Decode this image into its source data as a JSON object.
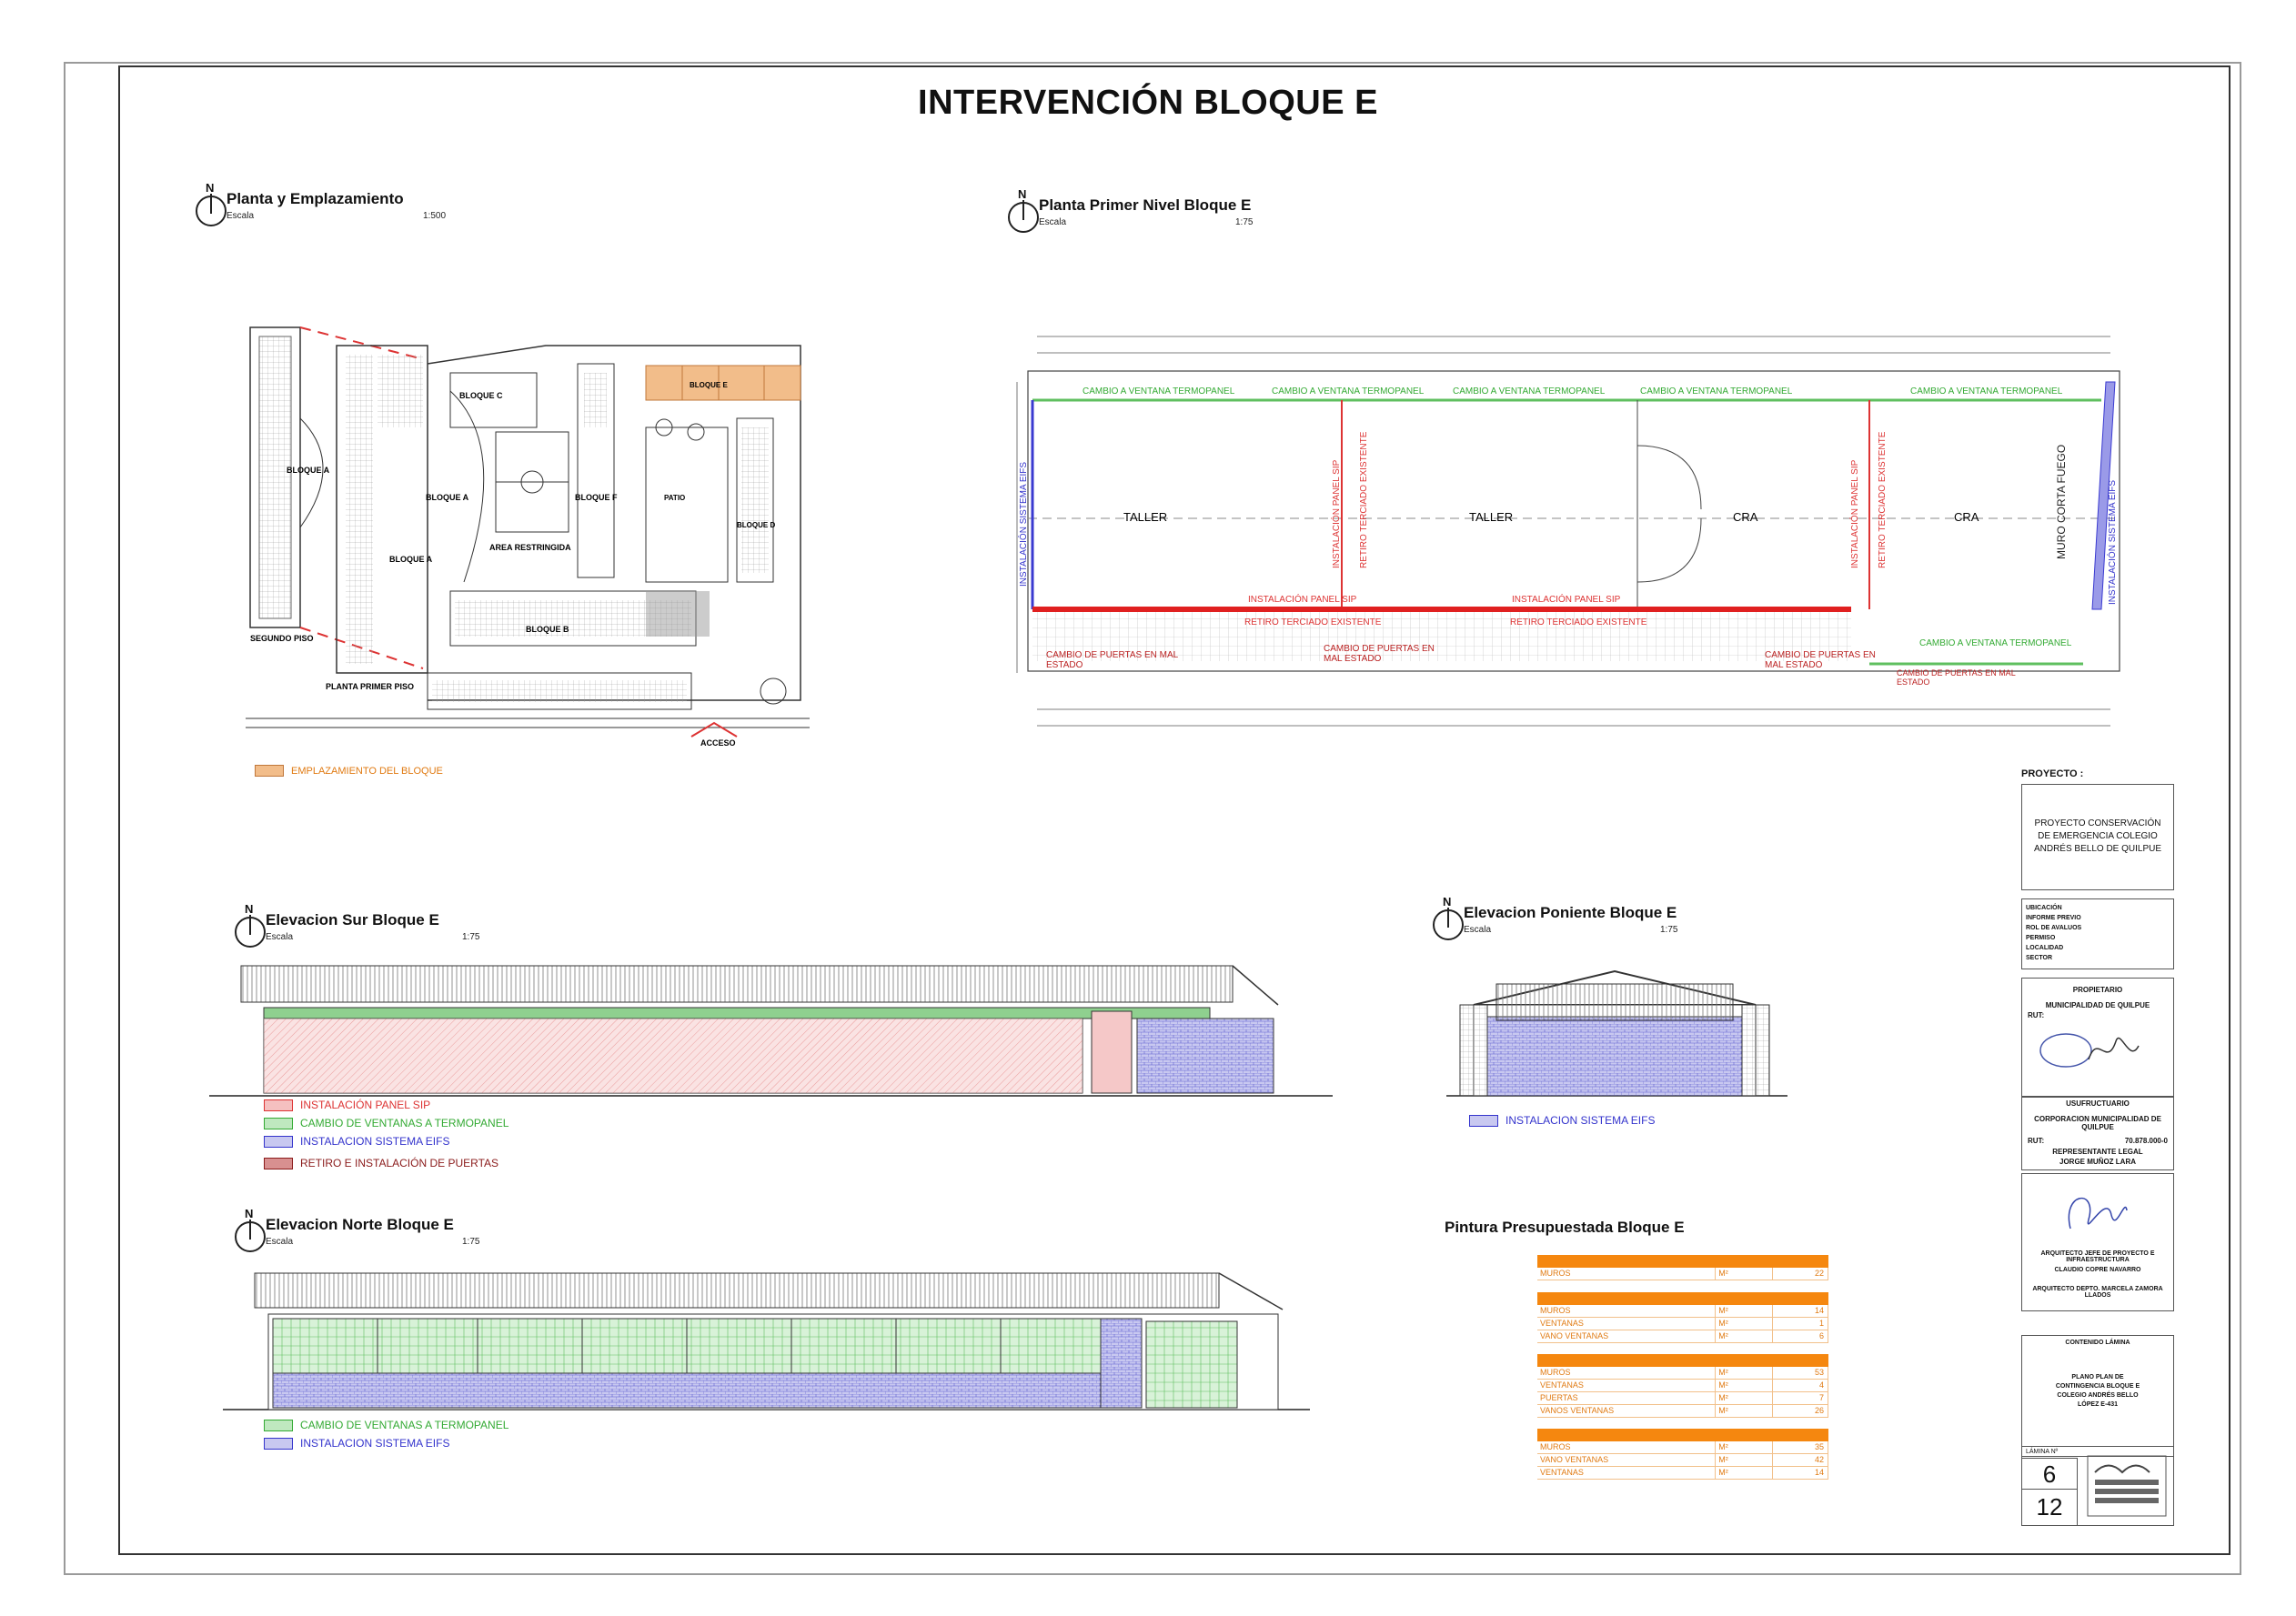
{
  "title": "INTERVENCIÓN BLOQUE E",
  "north_label": "N",
  "sections": {
    "planta_emplazamiento": {
      "title": "Planta y Emplazamiento",
      "escala_label": "Escala",
      "escala": "1:500"
    },
    "planta_primer_nivel": {
      "title": "Planta Primer Nivel Bloque E",
      "escala_label": "Escala",
      "escala": "1:75"
    },
    "elevacion_sur": {
      "title": "Elevacion Sur Bloque E",
      "escala_label": "Escala",
      "escala": "1:75"
    },
    "elevacion_poniente": {
      "title": "Elevacion Poniente Bloque E",
      "escala_label": "Escala",
      "escala": "1:75"
    },
    "elevacion_norte": {
      "title": "Elevacion Norte Bloque E",
      "escala_label": "Escala",
      "escala": "1:75"
    },
    "pintura": {
      "title": "Pintura Presupuestada Bloque E"
    }
  },
  "site_plan": {
    "labels": [
      "BLOQUE C",
      "BLOQUE E",
      "BLOQUE A",
      "BLOQUE A",
      "BLOQUE F",
      "BLOQUE D",
      "BLOQUE A",
      "BLOQUE B",
      "AREA RESTRINGIDA",
      "PATIO",
      "SEGUNDO PISO",
      "PLANTA PRIMER PISO",
      "ACCESO"
    ],
    "legend": "EMPLAZAMIENTO DEL BLOQUE",
    "legend_color": "#f0b27a"
  },
  "floor_plan": {
    "rooms": [
      "TALLER",
      "TALLER",
      "CRA",
      "CRA"
    ],
    "green_notes": [
      "CAMBIO A VENTANA TERMOPANEL",
      "CAMBIO A VENTANA TERMOPANEL",
      "CAMBIO A VENTANA TERMOPANEL",
      "CAMBIO A VENTANA TERMOPANEL",
      "CAMBIO A VENTANA TERMOPANEL",
      "CAMBIO A VENTANA TERMOPANEL"
    ],
    "red_notes_h": [
      "INSTALACIÓN PANEL SIP",
      "RETIRO TERCIADO EXISTENTE",
      "INSTALACIÓN PANEL SIP",
      "RETIRO TERCIADO EXISTENTE"
    ],
    "red_notes_v": [
      "INSTALACIÓN PANEL SIP",
      "RETIRO TERCIADO EXISTENTE",
      "INSTALACIÓN PANEL SIP",
      "RETIRO TERCIADO EXISTENTE"
    ],
    "door_notes": [
      "CAMBIO DE PUERTAS EN MAL ESTADO",
      "CAMBIO DE PUERTAS EN MAL ESTADO",
      "CAMBIO DE PUERTAS EN MAL ESTADO",
      "CAMBIO DE PUERTAS EN MAL ESTADO"
    ],
    "eifs_left": "INSTALACIÓN SISTEMA EIFS",
    "eifs_right": "INSTALACIÓN SISTEMA EIFS",
    "muro": "MURO CORTA FUEGO"
  },
  "legend_sur": [
    {
      "text": "INSTALACIÓN PANEL SIP",
      "color": "#e06060"
    },
    {
      "text": "CAMBIO DE VENTANAS A TERMOPANEL",
      "color": "#5fbf5f"
    },
    {
      "text": "INSTALACION SISTEMA EIFS",
      "color": "#5a5ad0"
    },
    {
      "text": "RETIRO E INSTALACIÓN DE PUERTAS",
      "color": "#9a2a2a"
    }
  ],
  "legend_poniente": [
    {
      "text": "INSTALACION SISTEMA EIFS",
      "color": "#5a5ad0"
    }
  ],
  "legend_norte": [
    {
      "text": "CAMBIO DE VENTANAS A TERMOPANEL",
      "color": "#5fbf5f"
    },
    {
      "text": "INSTALACION SISTEMA EIFS",
      "color": "#5a5ad0"
    }
  ],
  "paint_table": [
    {
      "rows": [
        {
          "item": "MUROS",
          "unit": "M²",
          "qty": "22"
        }
      ]
    },
    {
      "rows": [
        {
          "item": "MUROS",
          "unit": "M²",
          "qty": "14"
        },
        {
          "item": "VENTANAS",
          "unit": "M²",
          "qty": "1"
        },
        {
          "item": "VANO VENTANAS",
          "unit": "M²",
          "qty": "6"
        }
      ]
    },
    {
      "rows": [
        {
          "item": "MUROS",
          "unit": "M²",
          "qty": "53"
        },
        {
          "item": "VENTANAS",
          "unit": "M²",
          "qty": "4"
        },
        {
          "item": "PUERTAS",
          "unit": "M²",
          "qty": "7"
        },
        {
          "item": "VANOS VENTANAS",
          "unit": "M²",
          "qty": "26"
        }
      ]
    },
    {
      "rows": [
        {
          "item": "MUROS",
          "unit": "M²",
          "qty": "35"
        },
        {
          "item": "VANO VENTANAS",
          "unit": "M²",
          "qty": "42"
        },
        {
          "item": "VENTANAS",
          "unit": "M²",
          "qty": "14"
        }
      ]
    }
  ],
  "title_block": {
    "proyecto_label": "PROYECTO :",
    "proyecto": "PROYECTO CONSERVACIÓN DE EMERGENCIA COLEGIO ANDRÉS BELLO DE QUILPUE",
    "info_labels": [
      "UBICACIÓN",
      "INFORME PREVIO",
      "ROL DE AVALUOS",
      "PERMISO",
      "LOCALIDAD",
      "SECTOR"
    ],
    "propietario_label": "PROPIETARIO",
    "propietario": "MUNICIPALIDAD DE QUILPUE",
    "rut_label": "RUT:",
    "usufructuario_label": "USUFRUCTUARIO",
    "usufructuario": "CORPORACION MUNICIPALIDAD DE QUILPUE",
    "usufructuario_rut": "70.878.000-0",
    "representante_label": "REPRESENTANTE LEGAL",
    "representante": "JORGE MUÑOZ LARA",
    "arquitecto_label": "ARQUITECTO JEFE DE PROYECTO E INFRAESTRUCTURA",
    "arquitecto": "CLAUDIO COPRE NAVARRO",
    "arquitecto_depto": "ARQUITECTO DEPTO. MARCELA ZAMORA LLADOS",
    "contenido_label": "CONTENIDO LÁMINA",
    "contenido": "PLANO PLAN DE CONTINGENCIA BLOQUE E COLEGIO ANDRÉS BELLO LÓPEZ E-431",
    "lamina_label": "LÁMINA Nº",
    "lamina": "6",
    "total": "12"
  }
}
